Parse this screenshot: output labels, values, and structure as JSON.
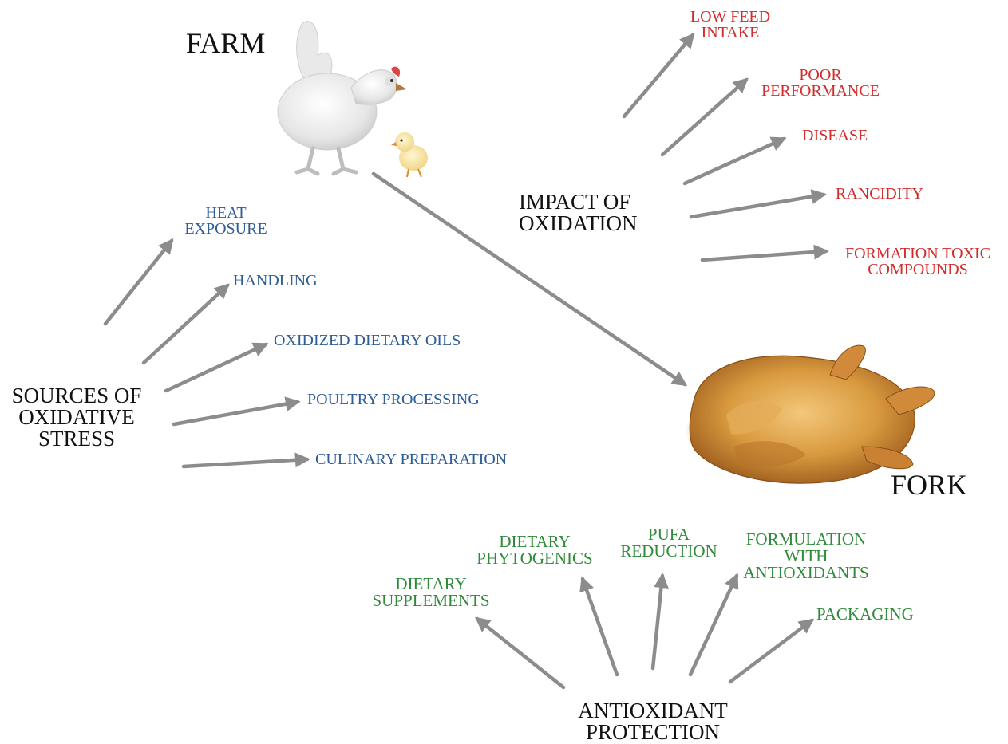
{
  "colors": {
    "source_blue": "#2f5d96",
    "impact_red": "#d42a2a",
    "protection_green": "#2f8a3a",
    "arrow_gray": "#8c8c8c"
  },
  "icons": [
    "hen-illustration",
    "chick-illustration",
    "roast-chicken-illustration"
  ],
  "nodes": {
    "farm": "FARM",
    "fork": "FORK",
    "sources": [
      "SOURCES OF",
      "OXIDATIVE",
      "STRESS"
    ],
    "impact": [
      "IMPACT OF",
      "OXIDATION"
    ],
    "protection": [
      "ANTIOXIDANT",
      "PROTECTION"
    ]
  },
  "sources_items": [
    [
      "HEAT",
      "EXPOSURE"
    ],
    [
      "HANDLING"
    ],
    [
      "OXIDIZED DIETARY OILS"
    ],
    [
      "POULTRY PROCESSING"
    ],
    [
      "CULINARY PREPARATION"
    ]
  ],
  "impact_items": [
    [
      "LOW FEED",
      "INTAKE"
    ],
    [
      "POOR",
      "PERFORMANCE"
    ],
    [
      "DISEASE"
    ],
    [
      "RANCIDITY"
    ],
    [
      "FORMATION TOXIC",
      "COMPOUNDS"
    ]
  ],
  "protection_items": [
    [
      "DIETARY",
      "SUPPLEMENTS"
    ],
    [
      "DIETARY",
      "PHYTOGENICS"
    ],
    [
      "PUFA",
      "REDUCTION"
    ],
    [
      "FORMULATION",
      "WITH",
      "ANTIOXIDANTS"
    ],
    [
      "PACKAGING"
    ]
  ]
}
